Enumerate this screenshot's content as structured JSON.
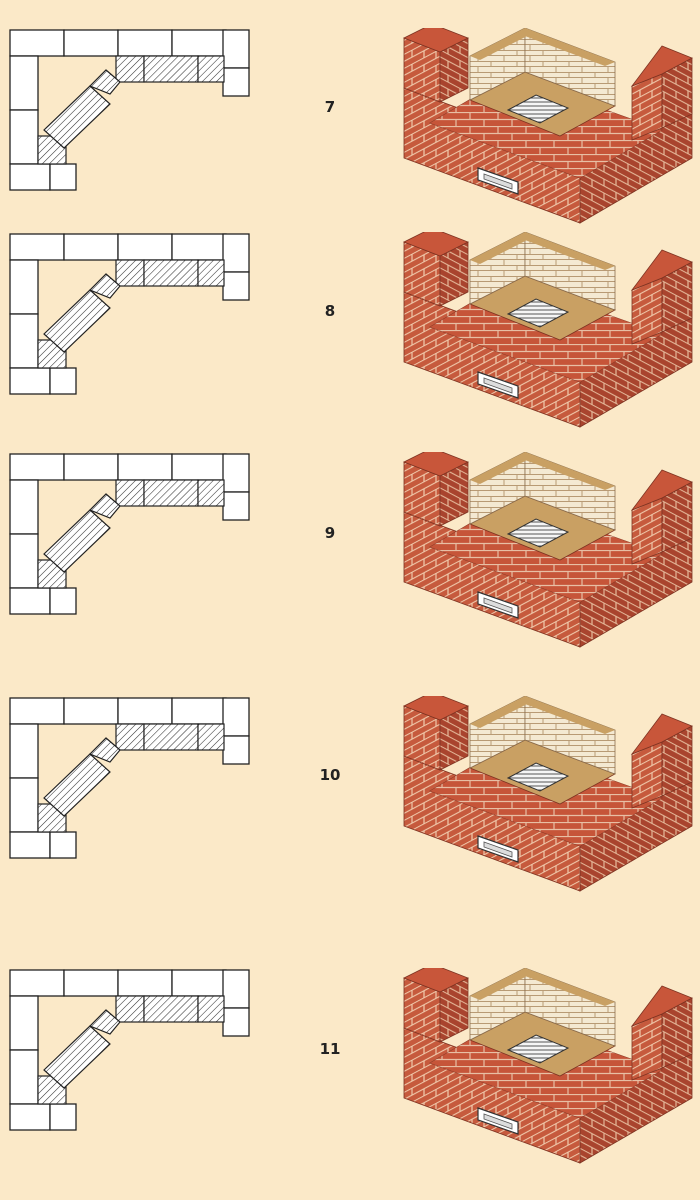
{
  "rows": [
    {
      "label": "7"
    },
    {
      "label": "8"
    },
    {
      "label": "9"
    },
    {
      "label": "10"
    },
    {
      "label": "11"
    }
  ],
  "colors": {
    "background": "#fbe9c8",
    "brick_red": "#c8563a",
    "brick_dark": "#9e3f2a",
    "fire_brick": "#f2e6cf",
    "fire_brick_line": "#bfa57f",
    "mortar": "#e9c9a8",
    "top_course": "#c9a063"
  }
}
